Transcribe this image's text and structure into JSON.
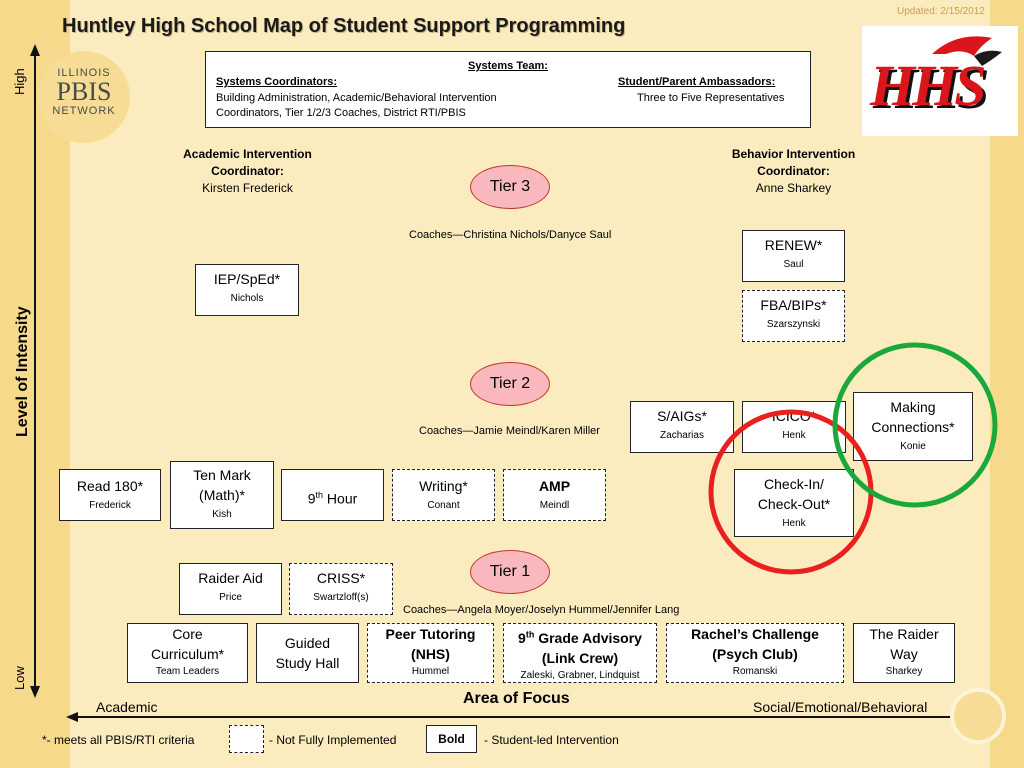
{
  "title": "Huntley High School Map of Student Support Programming",
  "updated": "Updated: 2/15/2012",
  "logo_left": {
    "line1": "ILLINOIS",
    "line2": "PBIS",
    "line3": "NETWORK"
  },
  "logo_right": {
    "text": "HHS"
  },
  "systems_team": {
    "heading": "Systems Team:",
    "coordinators_heading": "Systems Coordinators:",
    "coordinators_line1": "Building Administration, Academic/Behavioral Intervention",
    "coordinators_line2": "Coordinators, Tier 1/2/3 Coaches, District RTI/PBIS",
    "ambassadors_heading": "Student/Parent Ambassadors:",
    "ambassadors_text": "Three to Five Representatives"
  },
  "academic_coordinator": {
    "line1": "Academic Intervention",
    "line2": "Coordinator:",
    "name": "Kirsten Frederick"
  },
  "behavior_coordinator": {
    "line1": "Behavior Intervention",
    "line2": "Coordinator:",
    "name": "Anne Sharkey"
  },
  "tiers": {
    "tier3": {
      "label": "Tier 3",
      "coaches": "Coaches—Christina Nichols/Danyce Saul"
    },
    "tier2": {
      "label": "Tier 2",
      "coaches": "Coaches—Jamie Meindl/Karen Miller"
    },
    "tier1": {
      "label": "Tier 1",
      "coaches": "Coaches—Angela Moyer/Joselyn Hummel/Jennifer Lang"
    }
  },
  "programs": {
    "iep": {
      "name": "IEP/SpEd*",
      "person": "Nichols"
    },
    "renew": {
      "name": "RENEW*",
      "person": "Saul"
    },
    "fba": {
      "name": "FBA/BIPs*",
      "person": "Szarszynski"
    },
    "saigs": {
      "name": "S/AIGs*",
      "person": "Zacharias"
    },
    "icico": {
      "name": "ICICO*",
      "person": "Henk"
    },
    "making_line1": "Making",
    "making_line2": "Connections*",
    "making_person": "Konie",
    "read180": {
      "name": "Read 180*",
      "person": "Frederick"
    },
    "tenmark_line1": "Ten Mark",
    "tenmark_line2": "(Math)*",
    "tenmark_person": "Kish",
    "ninth_hour": {
      "name_main": "9",
      "name_sup": "th",
      "name_rest": " Hour"
    },
    "writing": {
      "name": "Writing*",
      "person": "Conant"
    },
    "amp": {
      "name": "AMP",
      "person": "Meindl"
    },
    "checkin_line1": "Check-In/",
    "checkin_line2": "Check-Out*",
    "checkin_person": "Henk",
    "raider_aid": {
      "name": "Raider Aid",
      "person": "Price"
    },
    "criss": {
      "name": "CRISS*",
      "person": "Swartzloff(s)"
    },
    "core_line1": "Core",
    "core_line2": "Curriculum*",
    "core_person": "Team Leaders",
    "guided_line1": "Guided",
    "guided_line2": "Study Hall",
    "peer_line1": "Peer Tutoring",
    "peer_line2": "(NHS)",
    "peer_person": "Hummel",
    "ninth_advisory": {
      "main": "9",
      "sup": "th",
      "rest": " Grade Advisory",
      "line2": "(Link Crew)",
      "person": "Zaleski, Grabner, Lindquist"
    },
    "rachel_line1": "Rachel’s Challenge",
    "rachel_line2": "(Psych Club)",
    "rachel_person": "Romanski",
    "raider_way_line1": "The Raider",
    "raider_way_line2": "Way",
    "raider_way_person": "Sharkey"
  },
  "axes": {
    "y_label": "Level of Intensity",
    "y_high": "High",
    "y_low": "Low",
    "x_label": "Area of Focus",
    "x_left": "Academic",
    "x_right": "Social/Emotional/Behavioral"
  },
  "legend": {
    "criteria": "*- meets all PBIS/RTI criteria",
    "not_implemented": "- Not Fully Implemented",
    "bold_sample": "Bold",
    "student_led": "- Student-led Intervention"
  },
  "colors": {
    "tier_fill": "#f9b8bd",
    "red_circle": "#e8201e",
    "green_circle": "#1aa83a",
    "logo_red": "#d8161b"
  }
}
